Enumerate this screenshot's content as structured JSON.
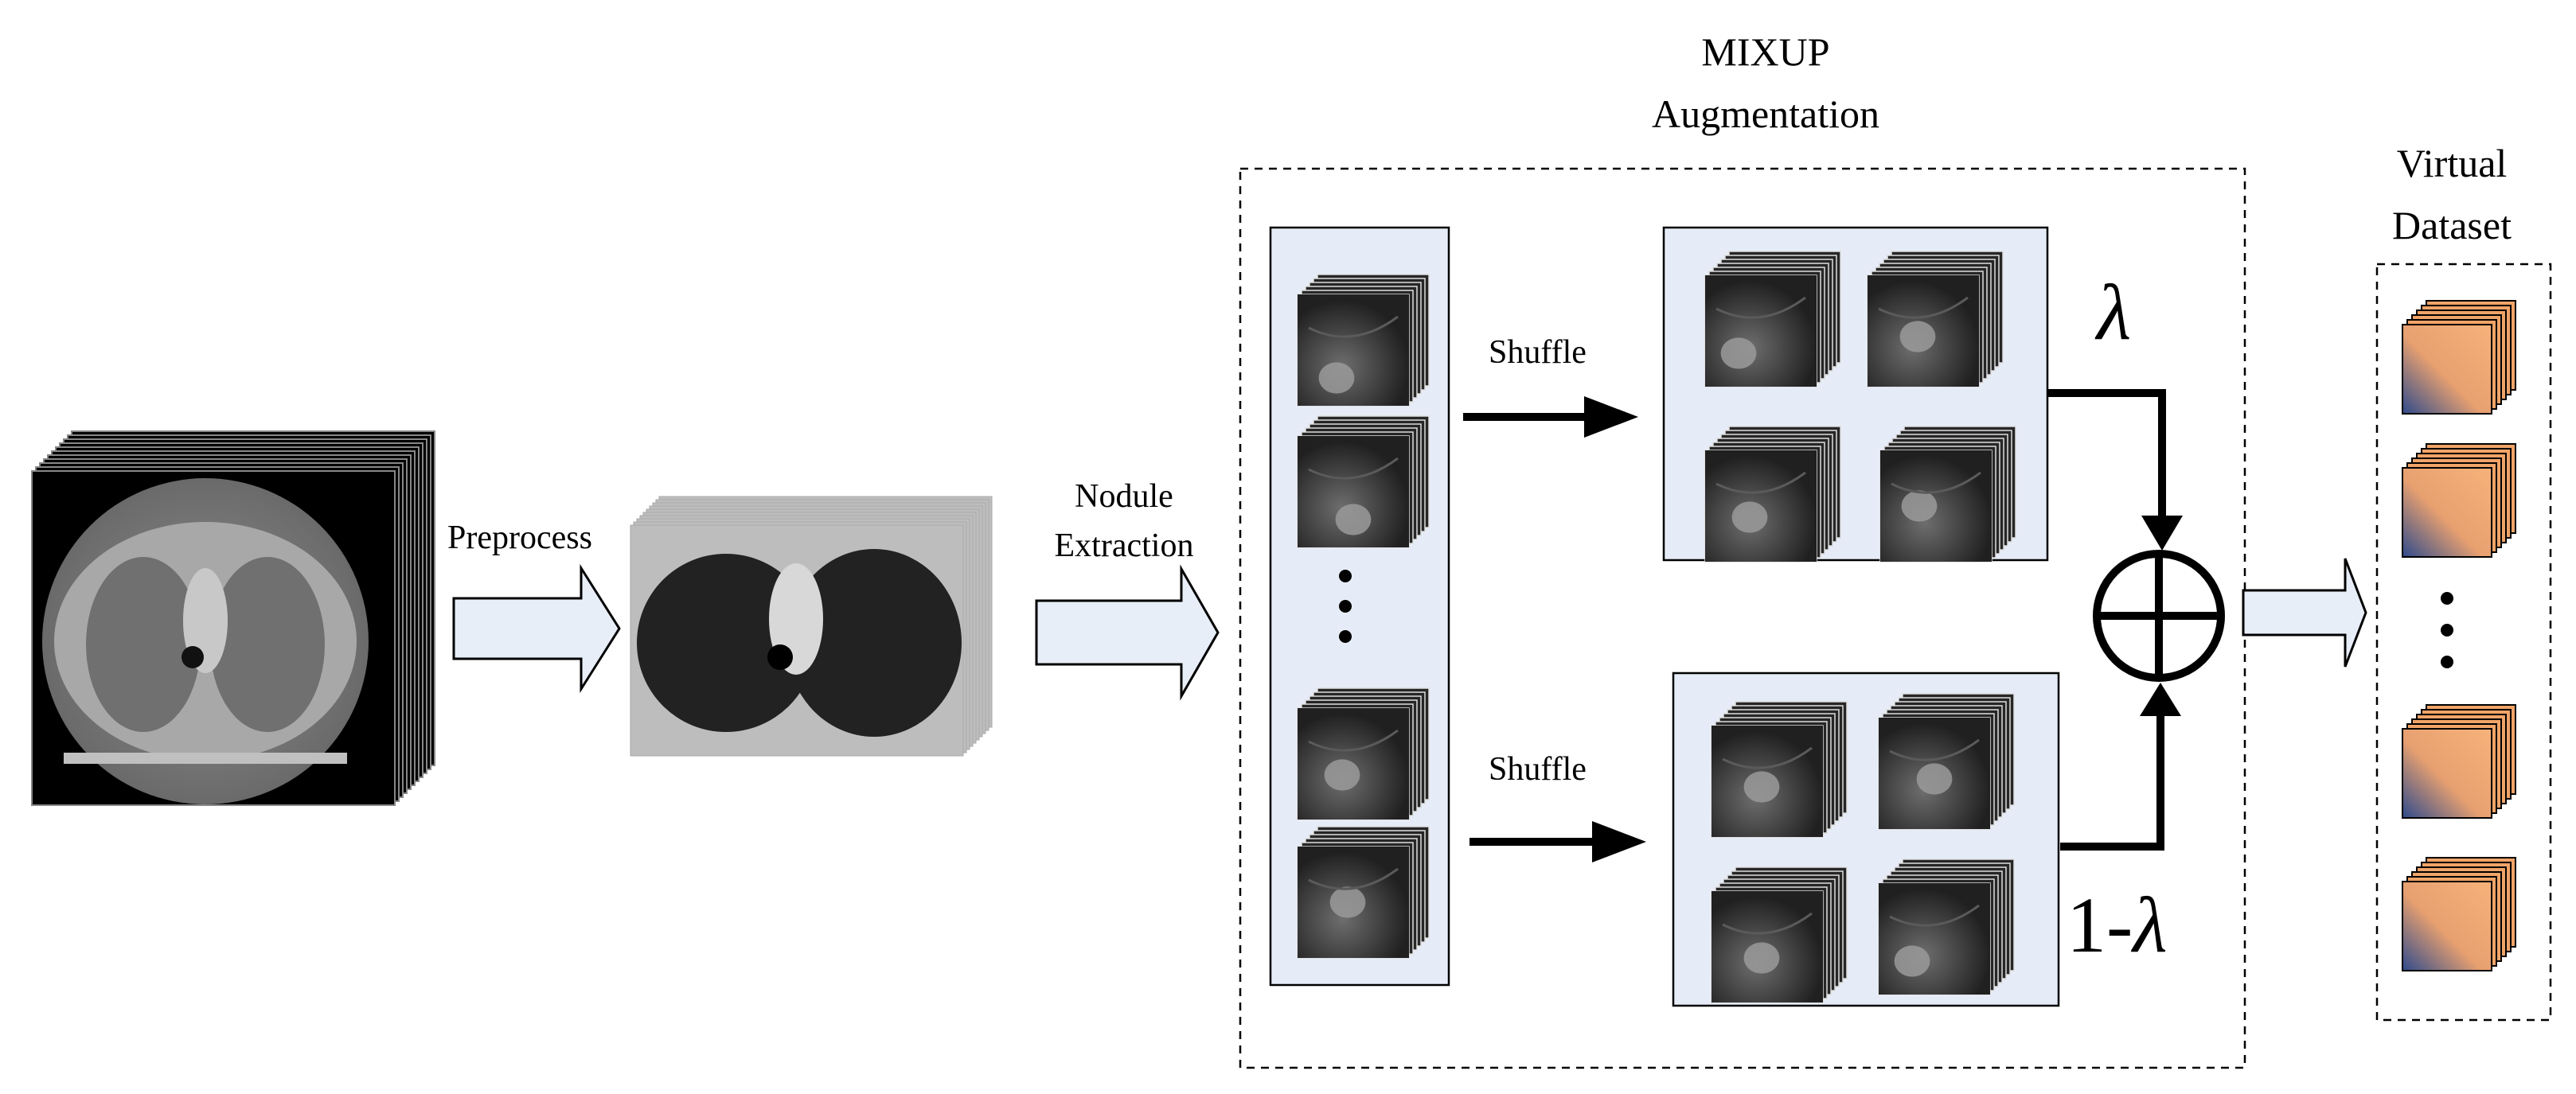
{
  "labels": {
    "preprocess": "Preprocess",
    "nodule_line1": "Nodule",
    "nodule_line2": "Extraction",
    "mixup_line1": "MIXUP",
    "mixup_line2": "Augmentation",
    "virtual_line1": "Virtual",
    "virtual_line2": "Dataset",
    "shuffle_top": "Shuffle",
    "shuffle_bottom": "Shuffle",
    "lambda": "λ",
    "one_minus_lambda_prefix": "1-",
    "one_minus_lambda_symbol": "λ"
  },
  "colors": {
    "panel_fill": "#e6ecf7",
    "arrow_fill": "#e8eef8",
    "patch_orange": "#f0a468",
    "patch_blue": "#2e4a8c",
    "ct_black": "#000000"
  }
}
